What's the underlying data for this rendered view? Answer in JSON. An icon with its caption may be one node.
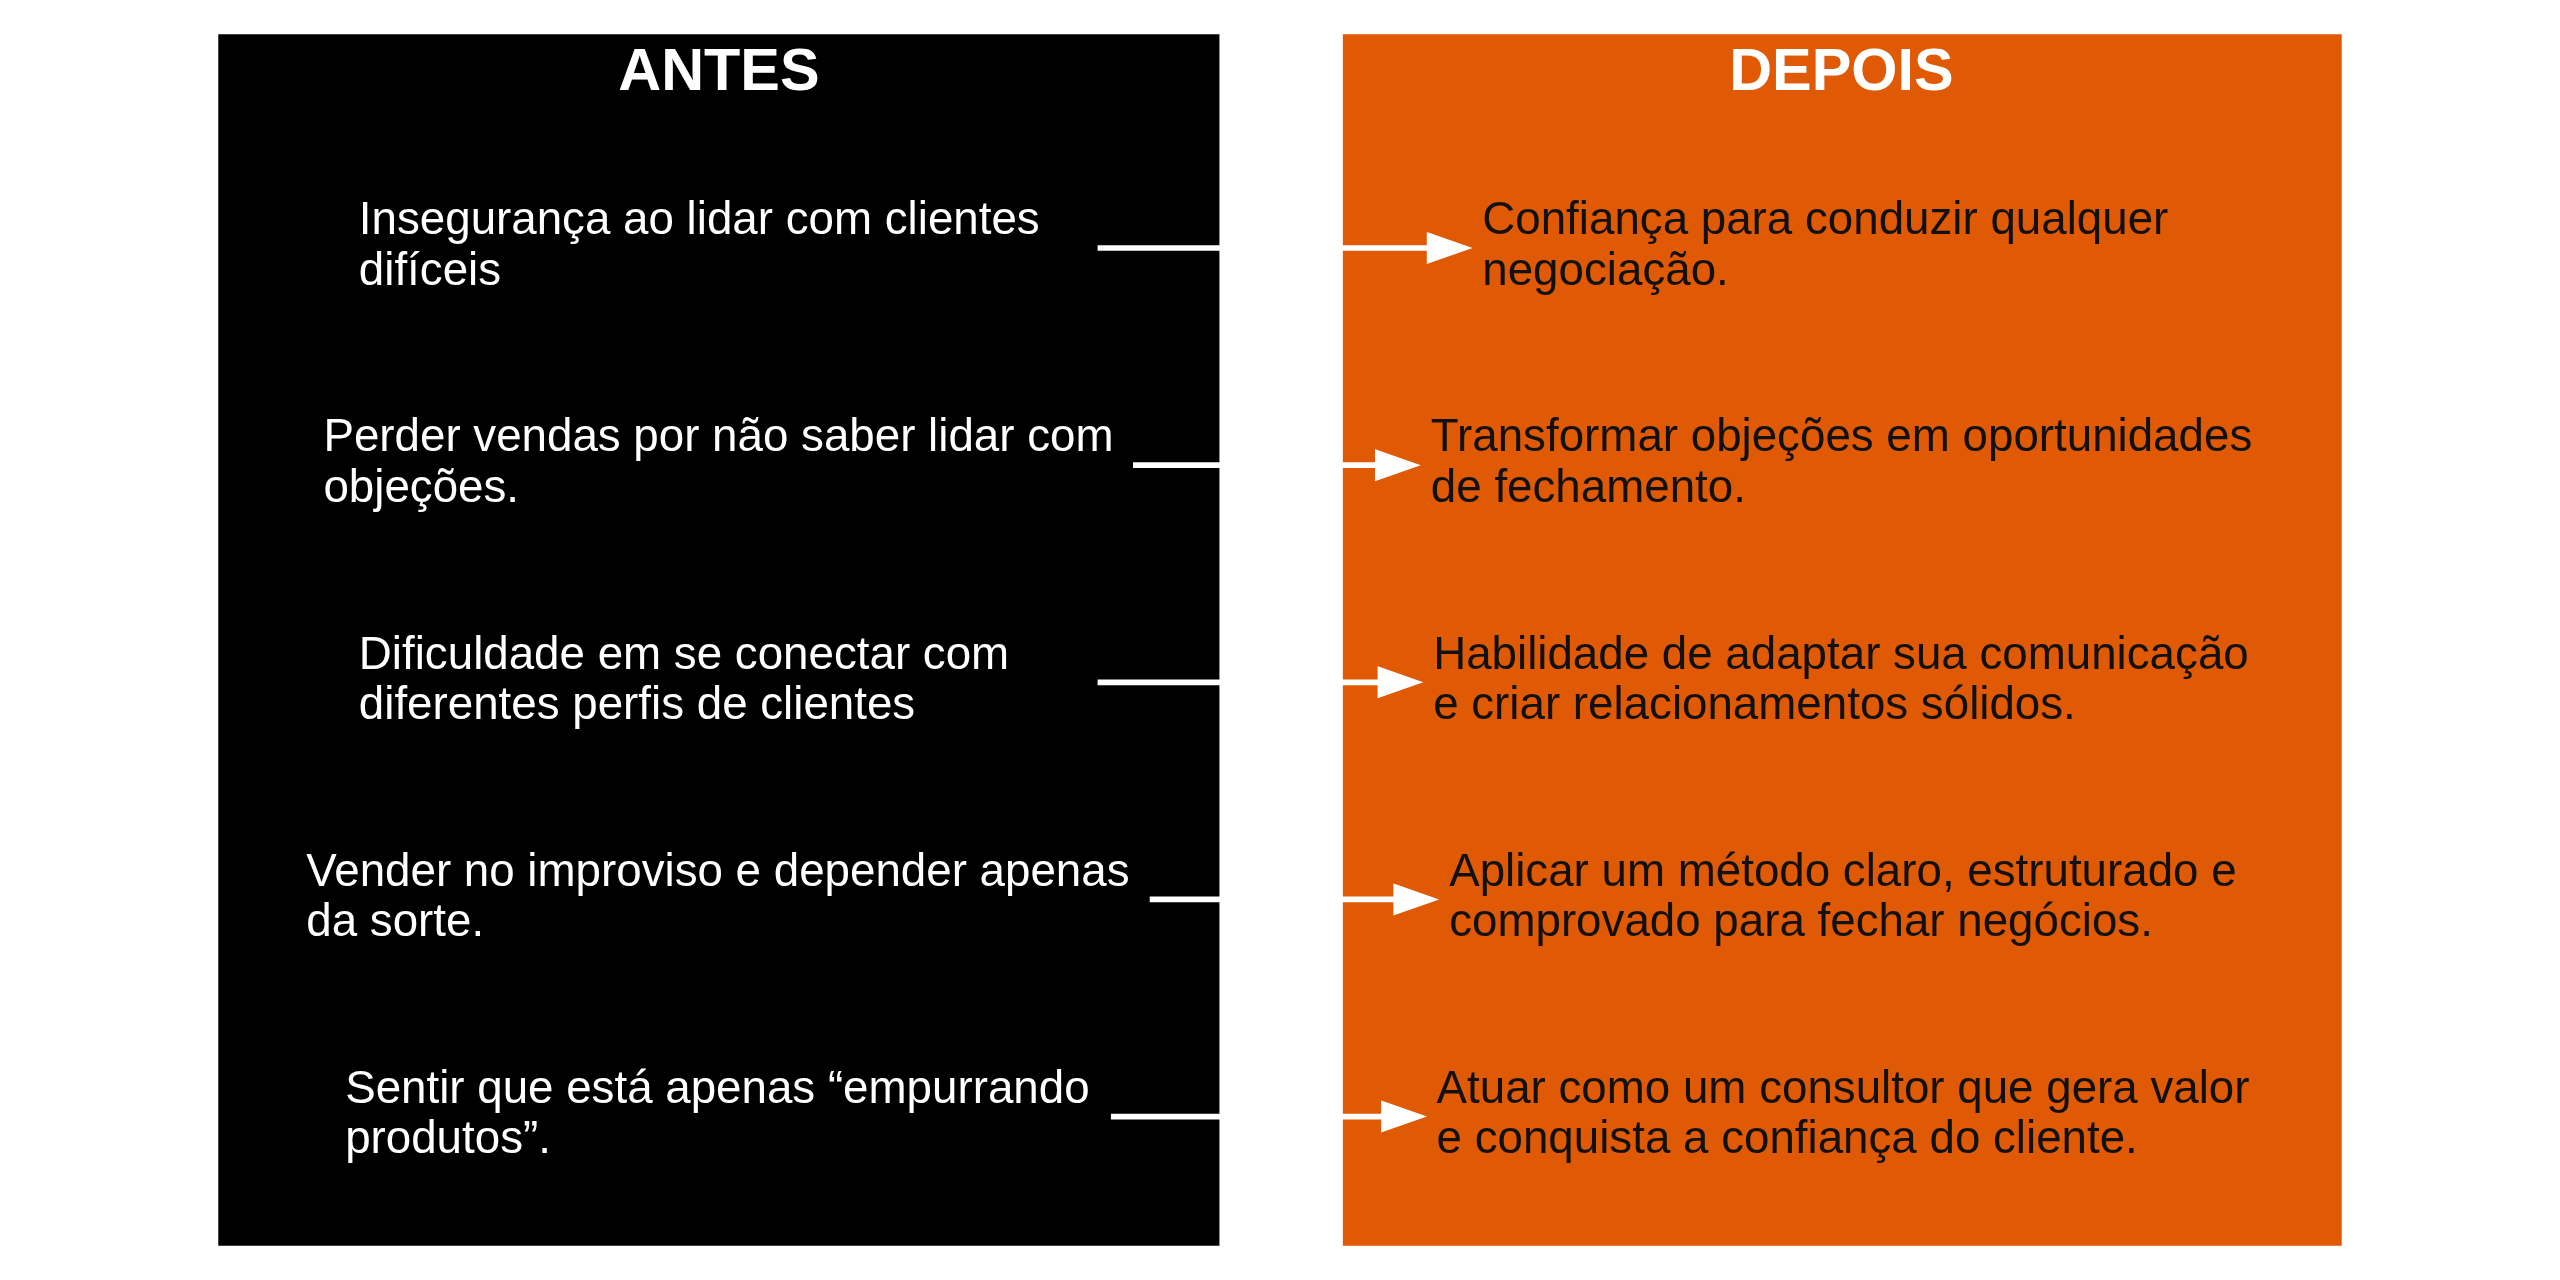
{
  "diagram": {
    "nodes": [
      {
        "text": [
          "ANTES"
        ]
      },
      {
        "text": [
          "Insegurança ao lidar com clientes difíceis"
        ],
        "in": 0
      },
      {
        "text": [
          "Perder vendas por não saber lidar com objeções."
        ],
        "in": 0
      },
      {
        "text": [
          "Dificuldade em se conectar com diferentes perfis de clientes"
        ],
        "in": 0
      },
      {
        "text": [
          "Vender no improviso e depender apenas da sorte."
        ],
        "in": 0
      },
      {
        "text": [
          "Sentir que está apenas “empurrando produtos”."
        ],
        "in": 0
      },
      {
        "text": [
          "DEPOIS"
        ]
      },
      {
        "text": [
          "Confiança para conduzir qualquer negociação."
        ],
        "in": 6
      },
      {
        "text": [
          "Transformar objeções em oportunidades de fechamento."
        ],
        "in": 6
      },
      {
        "text": [
          "Habilidade de adaptar sua comunicação e criar relacionamentos sólidos."
        ],
        "in": 6
      },
      {
        "text": [
          "Aplicar um método claro, estruturado e comprovado para fechar negócios."
        ],
        "in": 6
      },
      {
        "text": [
          "Atuar como um consultor que gera valor e conquista a confiança do cliente."
        ],
        "in": 6
      }
    ],
    "edges": [
      {
        "from": 1,
        "to": 7,
        "arrow": "to"
      },
      {
        "from": 2,
        "to": 8,
        "arrow": "to"
      },
      {
        "from": 3,
        "to": 9,
        "arrow": "to"
      },
      {
        "from": 4,
        "to": 10,
        "arrow": "to"
      },
      {
        "from": 5,
        "to": 11,
        "arrow": "to"
      }
    ]
  }
}
